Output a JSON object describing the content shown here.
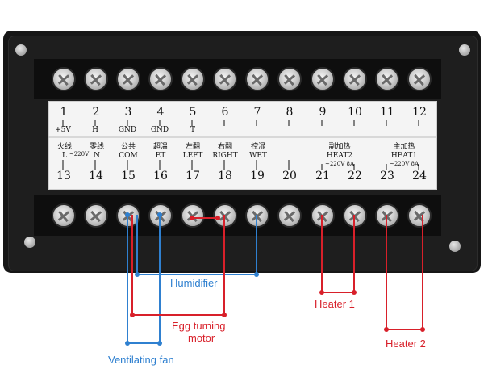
{
  "terminals_top": [
    "1",
    "2",
    "3",
    "4",
    "5",
    "6",
    "7",
    "8",
    "9",
    "10",
    "11",
    "12"
  ],
  "terminals_bottom": [
    "13",
    "14",
    "15",
    "16",
    "17",
    "18",
    "19",
    "20",
    "21",
    "22",
    "23",
    "24"
  ],
  "top_labels": {
    "t1": "+5V",
    "t2": "H",
    "t3": "GND",
    "t4": "GND",
    "t5": "T"
  },
  "bottom_labels": {
    "t13_cn": "火线",
    "t13_en": "L",
    "t13_v": "~220V",
    "t14_cn": "零线",
    "t14_en": "N",
    "t15_cn": "公共",
    "t15_en": "COM",
    "t16_cn": "超温",
    "t16_en": "ET",
    "t17_cn": "左翻",
    "t17_en": "LEFT",
    "t18_cn": "右翻",
    "t18_en": "RIGHT",
    "t19_cn": "控湿",
    "t19_en": "WET",
    "t21_cn": "副加热",
    "t21_en": "HEAT2",
    "t21_v": "~220V 8A",
    "t23_cn": "主加热",
    "t23_en": "HEAT1",
    "t23_v": "~220V 8A"
  },
  "captions": {
    "humidifier": "Humidifier",
    "heater1": "Heater 1",
    "egg_turning_line1": "Egg turning",
    "egg_turning_line2": "motor",
    "ventilating_fan": "Ventilating fan",
    "heater2": "Heater 2"
  },
  "colors": {
    "blue_wire": "#2f80d0",
    "red_wire": "#d8202a",
    "panel": "#161616"
  }
}
